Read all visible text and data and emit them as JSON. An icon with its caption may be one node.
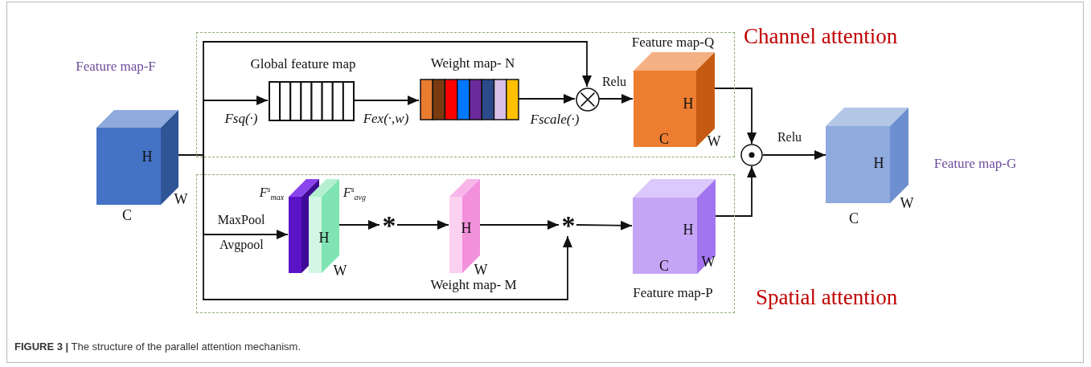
{
  "diagram": {
    "caption": "**FIGURE 3 |** The structure of the parallel attention mechanism.",
    "nodes": [
      {
        "text": [],
        "shape": "box"
      },
      {
        "text": [],
        "shape": "box"
      },
      {
        "text": [
          "Feature map-F",
          "H",
          "W",
          "C"
        ]
      },
      {
        "text": [
          "Global feature map"
        ],
        "in": 0
      },
      {
        "text": [
          "Weight map- N"
        ],
        "in": 0
      },
      {
        "text": [],
        "shape": "circle",
        "in": 0
      },
      {
        "text": [
          "Feature map-Q",
          "H",
          "C",
          "W"
        ],
        "in": 0
      },
      {
        "text": [
          "F$^{s}$$_{max}$"
        ],
        "in": 1
      },
      {
        "text": [
          "F$^{s}$$_{avg}$",
          "H",
          "W"
        ],
        "in": 1
      },
      {
        "text": [
          "*"
        ],
        "in": 1
      },
      {
        "text": [
          "H",
          "W",
          "Weight map- M"
        ],
        "in": 1
      },
      {
        "text": [
          "*"
        ],
        "in": 1
      },
      {
        "text": [
          "H",
          "C",
          "W",
          "Feature map-P"
        ],
        "in": 1
      },
      {
        "text": [],
        "shape": "circle"
      },
      {
        "text": [
          "H",
          "W",
          "C",
          "Feature map-G"
        ]
      }
    ],
    "edges": [
      {
        "from": 2,
        "to": 3,
        "arrow": "to",
        "label": "Fsq(·)"
      },
      {
        "from": 2,
        "to": 5,
        "arrow": "to"
      },
      {
        "from": 3,
        "to": 4,
        "arrow": "to",
        "label": "Fex(·,w)"
      },
      {
        "from": 4,
        "to": 5,
        "arrow": "to",
        "label": "Fscale(·)"
      },
      {
        "from": 5,
        "to": 6,
        "arrow": "to",
        "label": "Relu"
      },
      {
        "from": 6,
        "to": 13,
        "arrow": "to"
      },
      {
        "from": 2,
        "to": 7,
        "arrow": "to",
        "label": "MaxPool"
      },
      {
        "from": 8,
        "to": 9,
        "arrow": "to"
      },
      {
        "from": 9,
        "to": 10,
        "arrow": "to"
      },
      {
        "from": 10,
        "to": 11,
        "arrow": "to"
      },
      {
        "from": 2,
        "to": 11,
        "arrow": "to"
      },
      {
        "from": 11,
        "to": 12,
        "arrow": "to"
      },
      {
        "from": 12,
        "to": 13,
        "arrow": "to"
      },
      {
        "from": 13,
        "to": 14,
        "arrow": "to",
        "label": "Relu"
      }
    ],
    "labels": [
      "Channel attention",
      "Avgpool",
      "Spatial attention"
    ]
  }
}
